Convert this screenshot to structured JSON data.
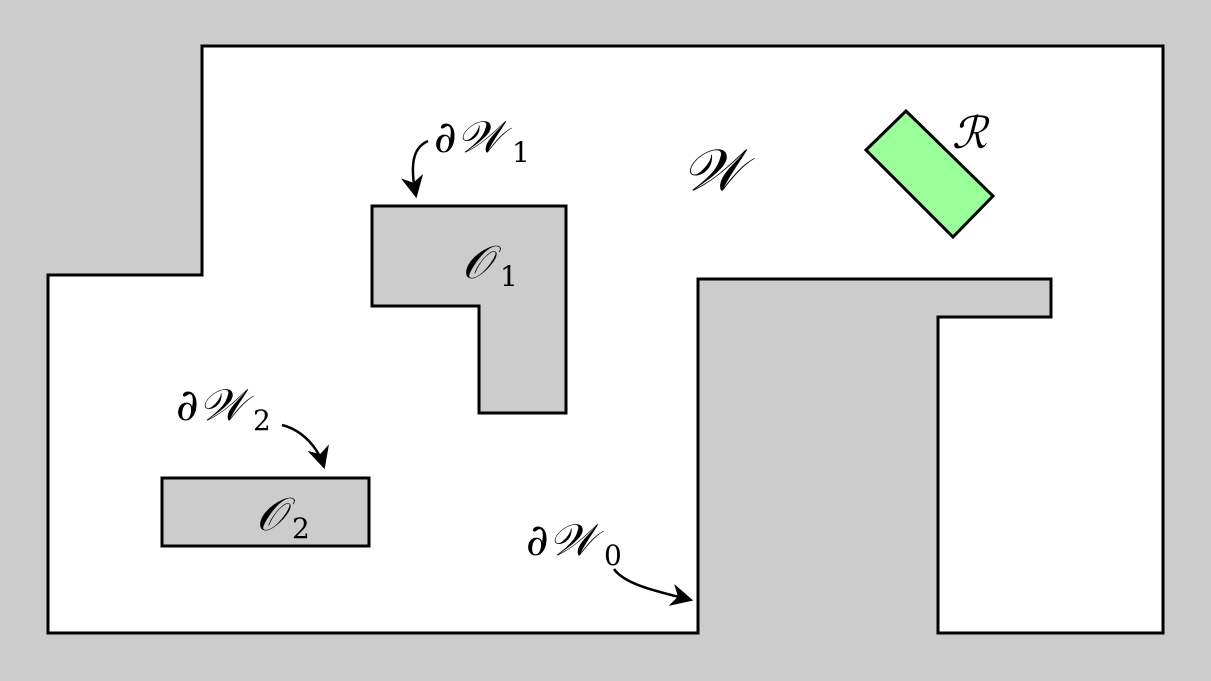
{
  "colors": {
    "background": "#cccccc",
    "workspace": "#ffffff",
    "obstacle": "#cccccc",
    "robot": "#99ff99",
    "stroke": "#000000"
  },
  "labels": {
    "workspace": "𝒲",
    "robot": "ℛ",
    "obstacle_1": {
      "symbol": "𝒪",
      "subscript": "1"
    },
    "obstacle_2": {
      "symbol": "𝒪",
      "subscript": "2"
    },
    "boundary_0": {
      "symbol": "∂𝒲",
      "subscript": "0"
    },
    "boundary_1": {
      "symbol": "∂𝒲",
      "subscript": "1"
    },
    "boundary_2": {
      "symbol": "∂𝒲",
      "subscript": "2"
    }
  }
}
